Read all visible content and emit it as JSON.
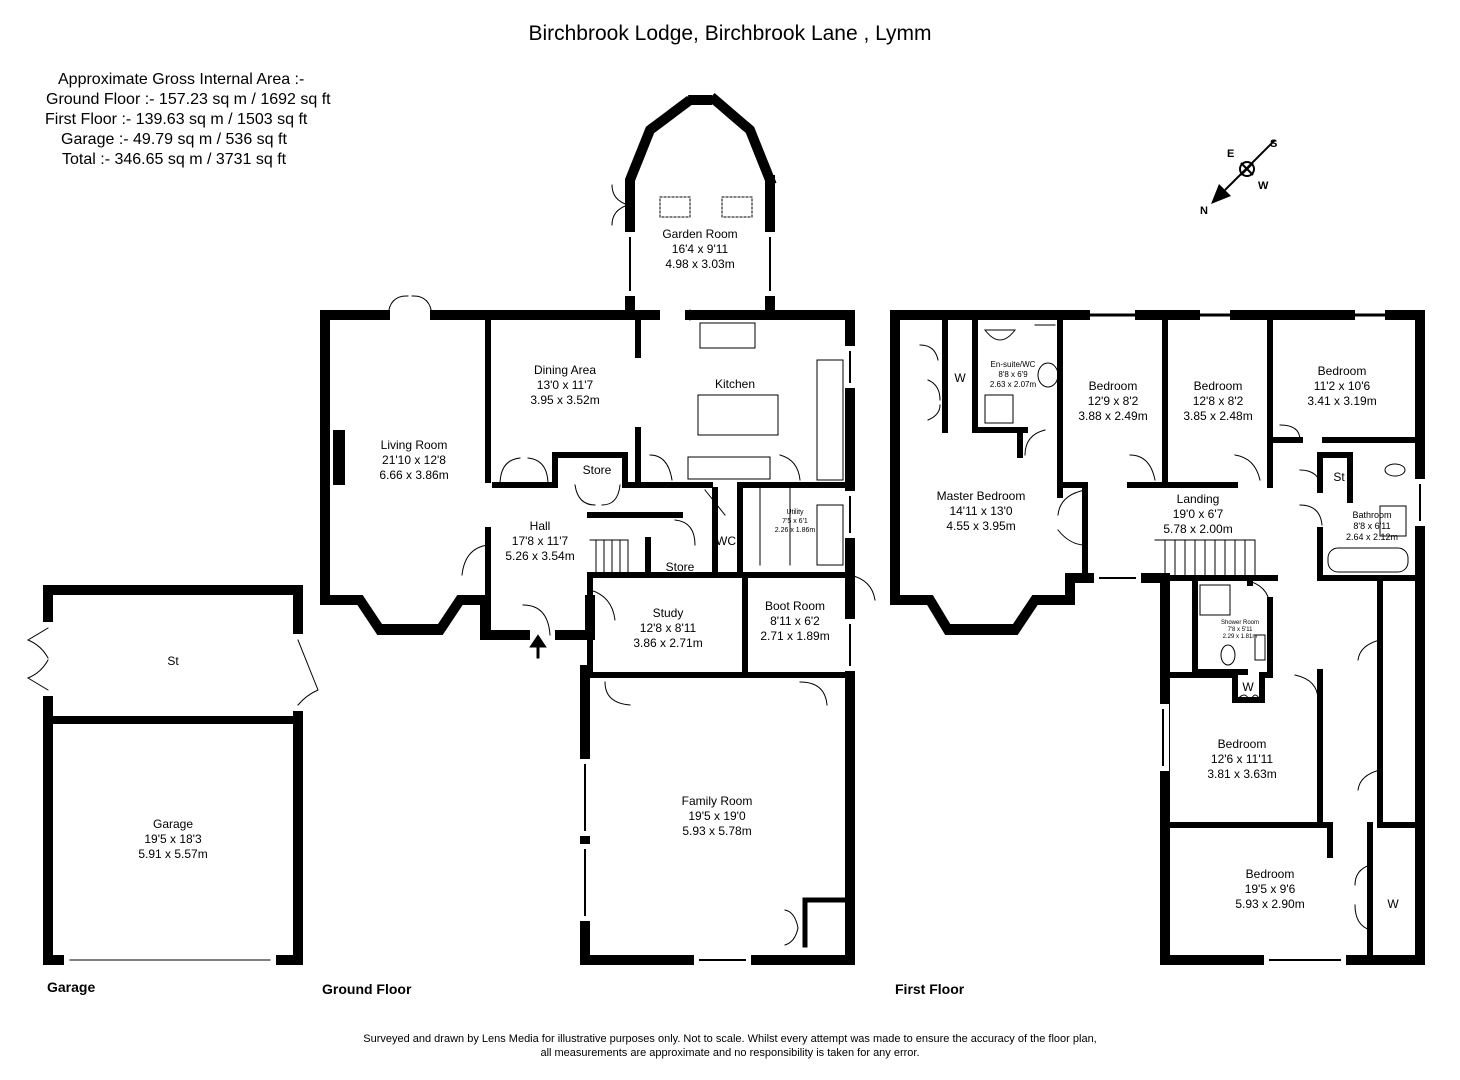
{
  "title": "Birchbrook Lodge, Birchbrook Lane , Lymm",
  "areas": {
    "heading": "Approximate Gross Internal Area :-",
    "ground": "Ground Floor :- 157.23 sq m / 1692 sq ft",
    "first": "First Floor :- 139.63 sq m / 1503 sq ft",
    "garage": "Garage :- 49.79 sq m / 536 sq ft",
    "total": "Total :- 346.65 sq m / 3731 sq ft"
  },
  "compass": {
    "e": "E",
    "s": "S",
    "w": "W",
    "n": "N"
  },
  "floors": {
    "garage": "Garage",
    "ground": "Ground Floor",
    "first": "First Floor"
  },
  "rooms": {
    "garden_room": [
      "Garden Room",
      "16'4 x 9'11",
      "4.98 x 3.03m"
    ],
    "living_room": [
      "Living Room",
      "21'10 x 12'8",
      "6.66 x 3.86m"
    ],
    "dining_area": [
      "Dining Area",
      "13'0 x 11'7",
      "3.95 x 3.52m"
    ],
    "kitchen": [
      "Kitchen"
    ],
    "hall": [
      "Hall",
      "17'8 x 11'7",
      "5.26 x 3.54m"
    ],
    "store1": [
      "Store"
    ],
    "store2": [
      "Store"
    ],
    "wc": [
      "WC"
    ],
    "utility": [
      "Utility",
      "7'5 x 6'1",
      "2.26 x 1.86m"
    ],
    "study": [
      "Study",
      "12'8 x 8'11",
      "3.86 x 2.71m"
    ],
    "boot_room": [
      "Boot Room",
      "8'11 x 6'2",
      "2.71 x 1.89m"
    ],
    "family_room": [
      "Family Room",
      "19'5 x 19'0",
      "5.93 x 5.78m"
    ],
    "garage_st": [
      "St"
    ],
    "garage": [
      "Garage",
      "19'5 x 18'3",
      "5.91 x 5.57m"
    ],
    "master_w": [
      "W"
    ],
    "ensuite": [
      "En-suite/WC",
      "8'8 x 6'9",
      "2.63 x 2.07m"
    ],
    "bedroom_a": [
      "Bedroom",
      "12'9 x 8'2",
      "3.88 x 2.49m"
    ],
    "bedroom_b": [
      "Bedroom",
      "12'8 x 8'2",
      "3.85 x 2.48m"
    ],
    "bedroom_c": [
      "Bedroom",
      "11'2 x 10'6",
      "3.41 x 3.19m"
    ],
    "master_bedroom": [
      "Master Bedroom",
      "14'11 x 13'0",
      "4.55 x 3.95m"
    ],
    "landing": [
      "Landing",
      "19'0 x 6'7",
      "5.78 x 2.00m"
    ],
    "st_first": [
      "St"
    ],
    "bathroom": [
      "Bathroom",
      "8'8 x 6'11",
      "2.64 x 2.12m"
    ],
    "shower_room": [
      "Shower Room",
      "7'8 x 5'11",
      "2.29 x 1.81m"
    ],
    "w_mid": [
      "W"
    ],
    "bedroom_d": [
      "Bedroom",
      "12'6 x 11'11",
      "3.81 x 3.63m"
    ],
    "bedroom_e": [
      "Bedroom",
      "19'5 x 9'6",
      "5.93 x 2.90m"
    ],
    "w_low": [
      "W"
    ]
  },
  "footer": {
    "line1": "Surveyed and drawn by Lens Media for illustrative purposes only. Not to scale. Whilst every attempt was made to ensure the accuracy of the floor plan,",
    "line2": "all measurements are approximate and no responsibility is taken for any error."
  }
}
